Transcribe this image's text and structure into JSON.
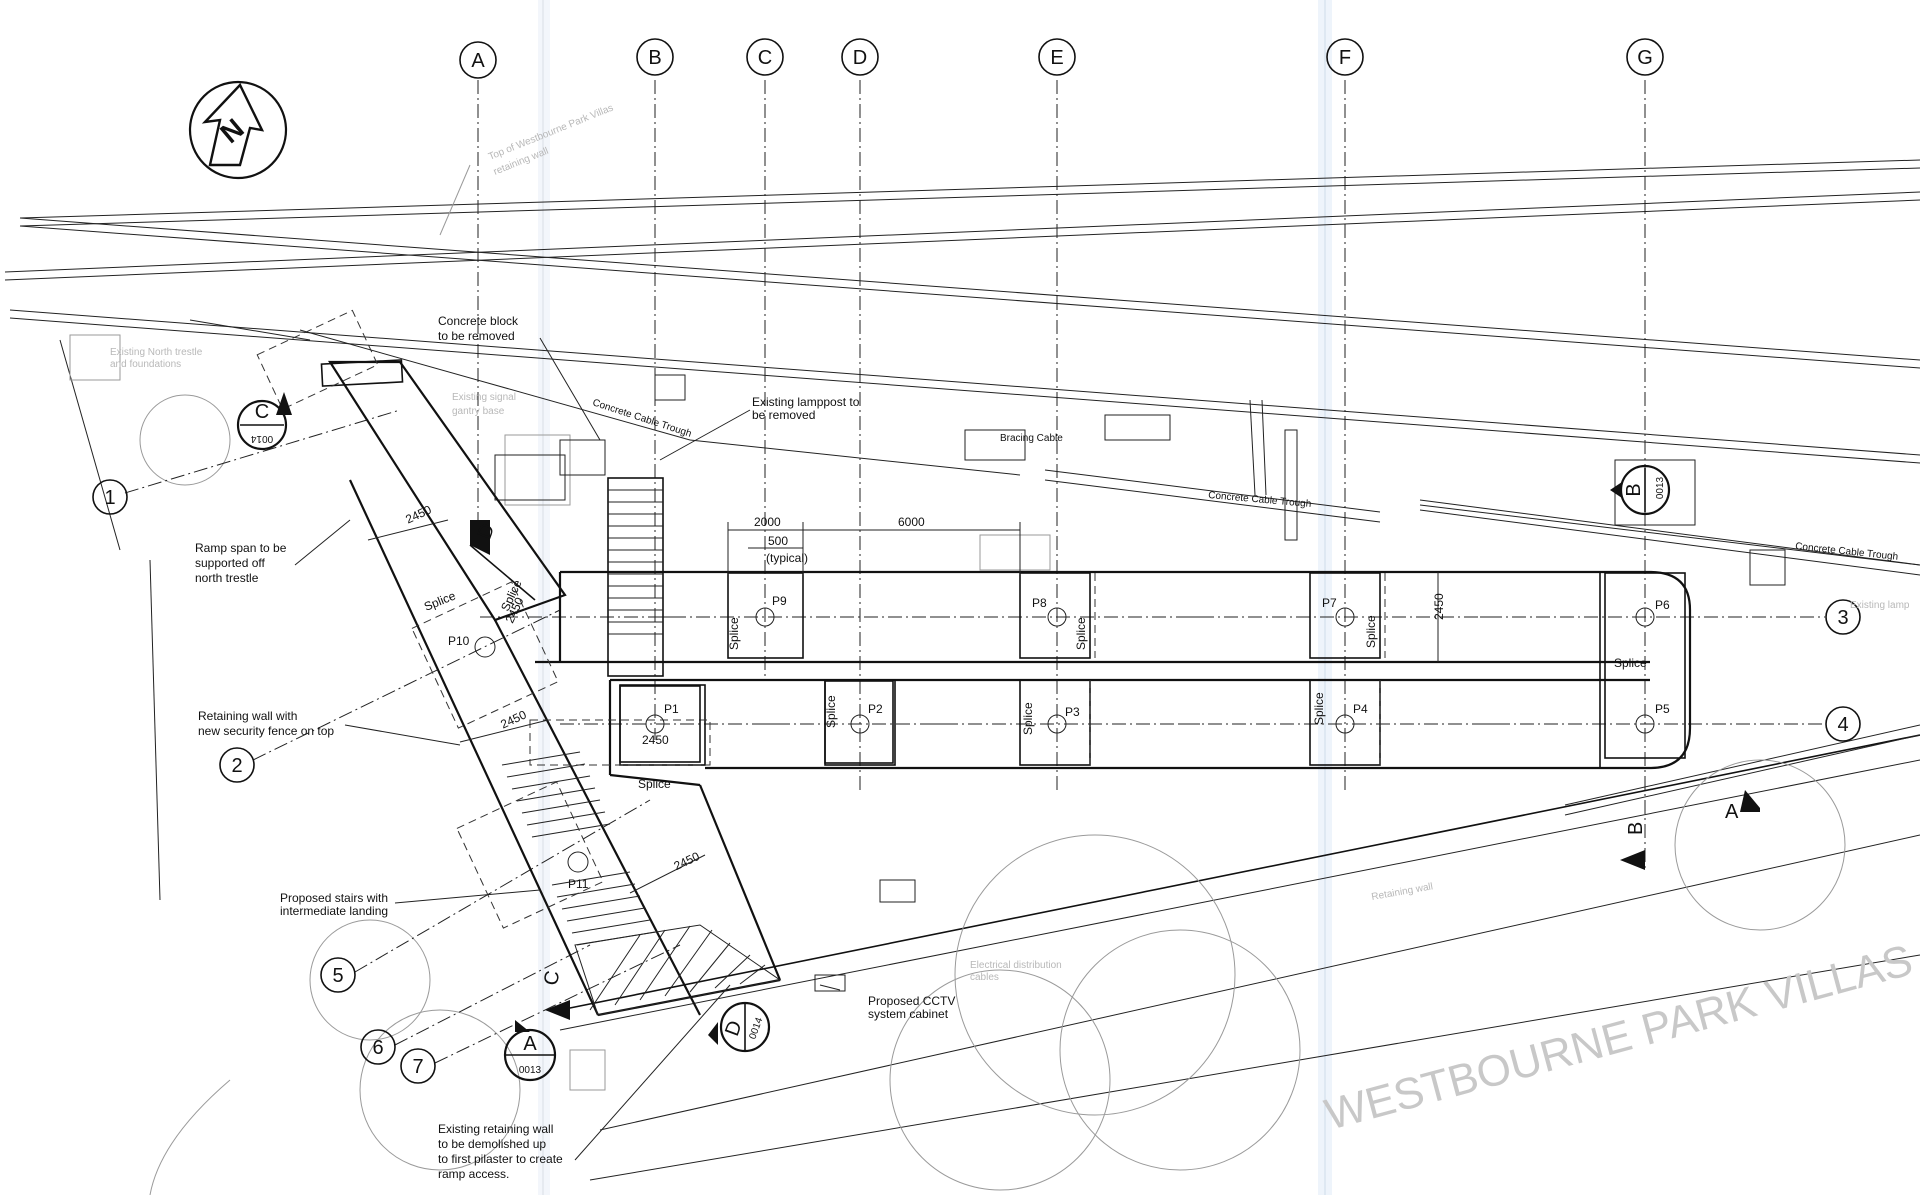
{
  "grid_labels": {
    "columns": [
      "A",
      "B",
      "C",
      "D",
      "E",
      "F",
      "G"
    ],
    "rows": [
      "1",
      "2",
      "3",
      "4",
      "5",
      "6",
      "7"
    ]
  },
  "north_label": "N",
  "annotations": {
    "concrete_block": [
      "Concrete block",
      "to be removed"
    ],
    "lamppost": [
      "Existing lamppost to",
      "be removed"
    ],
    "ramp_span": [
      "Ramp span to be",
      "supported off",
      "north trestle"
    ],
    "retaining_wall_fence": [
      "Retaining wall with",
      "new security fence on top"
    ],
    "proposed_stairs": [
      "Proposed stairs with",
      "intermediate landing"
    ],
    "cctv": [
      "Proposed CCTV",
      "system cabinet"
    ],
    "retaining_demolish": [
      "Existing retaining wall",
      "to be demolished up",
      "to first pilaster to create",
      "ramp access."
    ],
    "cable_trough_1": "Concrete Cable Trough",
    "cable_trough_2": "Concrete Cable Trough",
    "cable_trough_3": "Concrete Cable Trough",
    "bracing_cable": "Bracing Cable",
    "street_name": "WESTBOURNE PARK VILLAS",
    "faint_top_wall": [
      "Top of Westbourne Park Villas",
      "retaining wall"
    ],
    "faint_trestle": [
      "Existing North trestle",
      "and foundations"
    ],
    "faint_signal": [
      "Existing signal",
      "gantry base"
    ],
    "faint_retaining": "Retaining wall",
    "faint_electrical": [
      "Electrical distribution",
      "cables"
    ],
    "faint_existing": "Existing lamp"
  },
  "piers": [
    "P1",
    "P2",
    "P3",
    "P4",
    "P5",
    "P6",
    "P7",
    "P8",
    "P9",
    "P10",
    "P11"
  ],
  "dimensions": {
    "d2000": "2000",
    "d500": "500",
    "typical": "(typical)",
    "d6000": "6000",
    "d2450_ramp": "2450",
    "d2450_bridge": "2450",
    "d2450_p1": "2450",
    "d2450_mid": "2450",
    "d2450_stair": "2450",
    "d2450_ramp2": "2450"
  },
  "splice_label": "Splice",
  "sections": {
    "A_left": {
      "letter": "A",
      "sheet": "0013"
    },
    "A_right": {
      "letter": "A"
    },
    "B_top": {
      "letter": "B",
      "sheet": "0013"
    },
    "B_bottom": {
      "letter": "B"
    },
    "C_top": {
      "letter": "C",
      "sheet": "0014"
    },
    "C_bottom": {
      "letter": "C"
    },
    "D_top": {
      "letter": "D"
    },
    "D_bottom": {
      "letter": "D",
      "sheet": "0014"
    }
  }
}
